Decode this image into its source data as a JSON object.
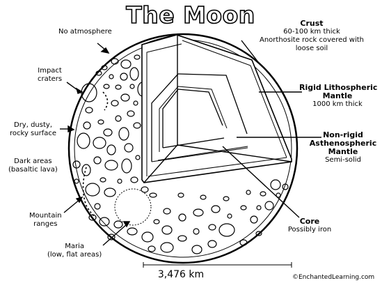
{
  "title": "The Moon",
  "labels": {
    "no_atmosphere": "No atmosphere",
    "impact_craters": [
      "Impact",
      "craters"
    ],
    "dry_surface": [
      "Dry, dusty,",
      "rocky surface"
    ],
    "dark_areas": [
      "Dark areas",
      "(basaltic lava)"
    ],
    "mountain_ranges": [
      "Mountain",
      "ranges"
    ],
    "maria": [
      "Maria",
      "(low, flat areas)"
    ]
  },
  "layers": {
    "crust": {
      "name": "Crust",
      "details": [
        "60-100 km thick",
        "Anorthosite rock covered with",
        "loose soil"
      ]
    },
    "rigid_mantle": {
      "name": [
        "Rigid Lithospheric",
        "Mantle"
      ],
      "details": [
        "1000 km thick"
      ]
    },
    "nonrigid_mantle": {
      "name": [
        "Non-rigid",
        "Asthenospheric",
        "Mantle"
      ],
      "details": [
        "Semi-solid"
      ]
    },
    "core": {
      "name": "Core",
      "details": [
        "Possibly iron"
      ]
    }
  },
  "scale": "3,476 km",
  "credit": "©EnchantedLearning.com"
}
